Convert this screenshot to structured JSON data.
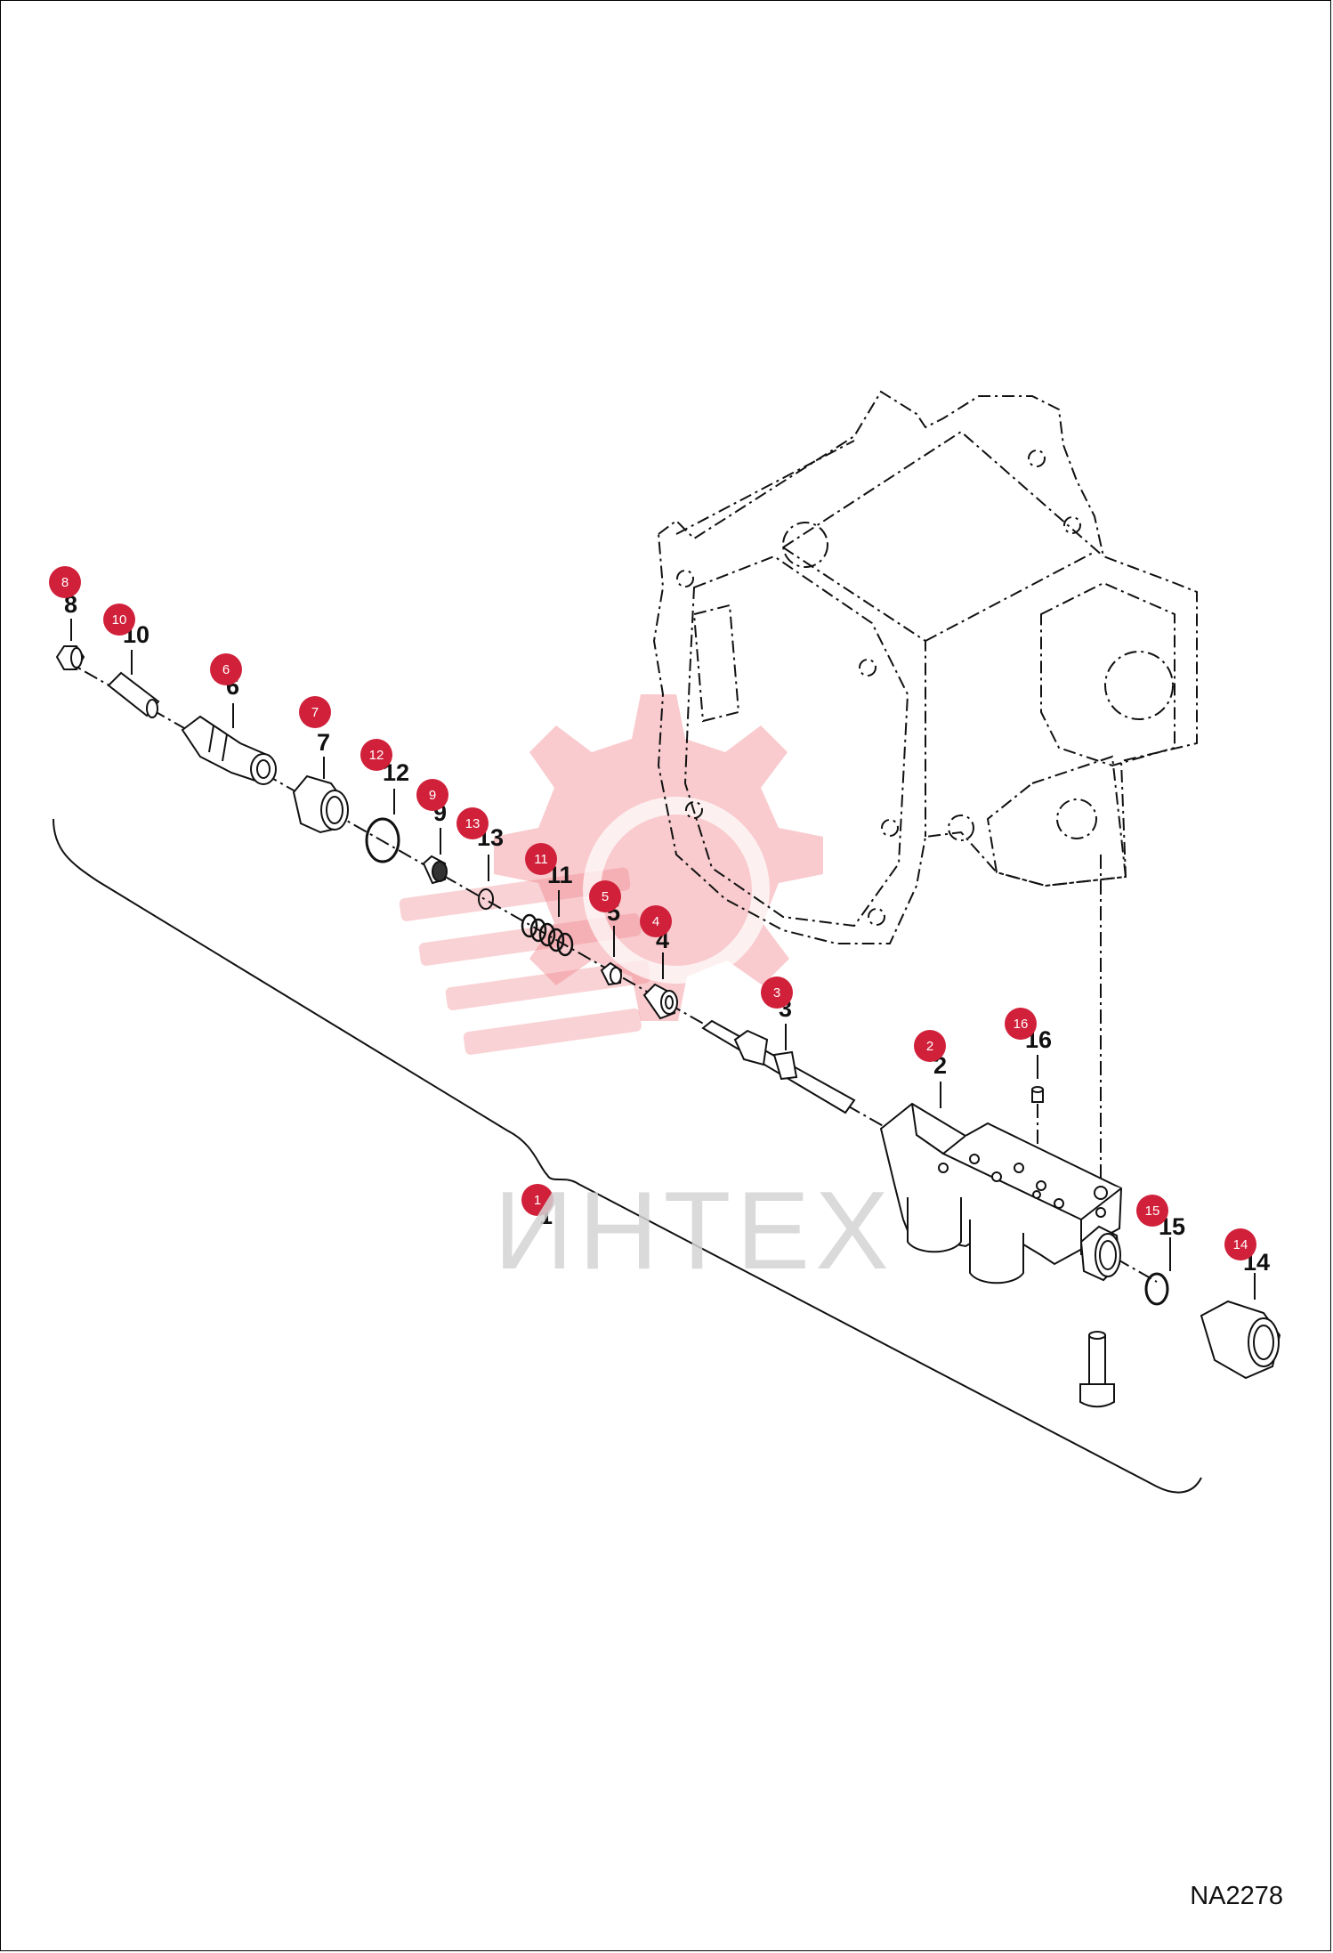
{
  "drawing_code": "NA2278",
  "watermark": {
    "text": "ИНТЕХ",
    "color": "#e8303a"
  },
  "callout_color": "#d0203a",
  "callouts": [
    {
      "number": "1"
    },
    {
      "number": "2"
    },
    {
      "number": "3"
    },
    {
      "number": "4"
    },
    {
      "number": "5"
    },
    {
      "number": "6"
    },
    {
      "number": "7"
    },
    {
      "number": "8"
    },
    {
      "number": "9"
    },
    {
      "number": "10"
    },
    {
      "number": "11"
    },
    {
      "number": "12"
    },
    {
      "number": "13"
    },
    {
      "number": "14"
    },
    {
      "number": "15"
    },
    {
      "number": "16"
    }
  ]
}
